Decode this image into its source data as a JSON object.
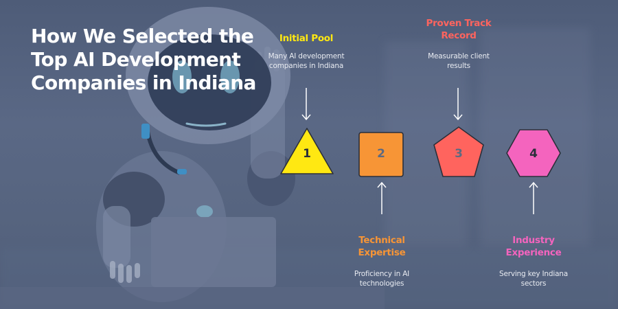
{
  "title": "How We Selected the Top AI Development Companies in Indiana",
  "colors": {
    "background": "#56647f",
    "title_text": "#ffffff",
    "desc_text": "#e8ebf1",
    "shape_stroke": "#2b2f3a",
    "arrow": "#ffffff"
  },
  "steps": [
    {
      "number": "1",
      "shape": "triangle",
      "label": "Initial Pool",
      "description_line1": "Many AI development",
      "description_line2": "companies in Indiana",
      "fill": "#ffe812",
      "label_color": "#ffe812",
      "number_color": "#2b2f3a",
      "position": "top",
      "arrow": "down"
    },
    {
      "number": "2",
      "shape": "square",
      "label_line1": "Technical",
      "label_line2": "Expertise",
      "description_line1": "Proficiency in AI",
      "description_line2": "technologies",
      "fill": "#f79536",
      "label_color": "#f79536",
      "number_color": "#5e6a80",
      "position": "bottom",
      "arrow": "up"
    },
    {
      "number": "3",
      "shape": "pentagon",
      "label_line1": "Proven Track",
      "label_line2": "Record",
      "description_line1": "Measurable client",
      "description_line2": "results",
      "fill": "#ff645e",
      "label_color": "#ff645e",
      "number_color": "#5e6a80",
      "position": "top",
      "arrow": "down"
    },
    {
      "number": "4",
      "shape": "hexagon",
      "label_line1": "Industry",
      "label_line2": "Experience",
      "description_line1": "Serving key Indiana",
      "description_line2": "sectors",
      "fill": "#f464be",
      "label_color": "#f464be",
      "number_color": "#2b2f3a",
      "position": "bottom",
      "arrow": "up"
    }
  ],
  "background_image": {
    "subject": "robot-with-laptop",
    "overlay_color": "#4a5a7a"
  }
}
